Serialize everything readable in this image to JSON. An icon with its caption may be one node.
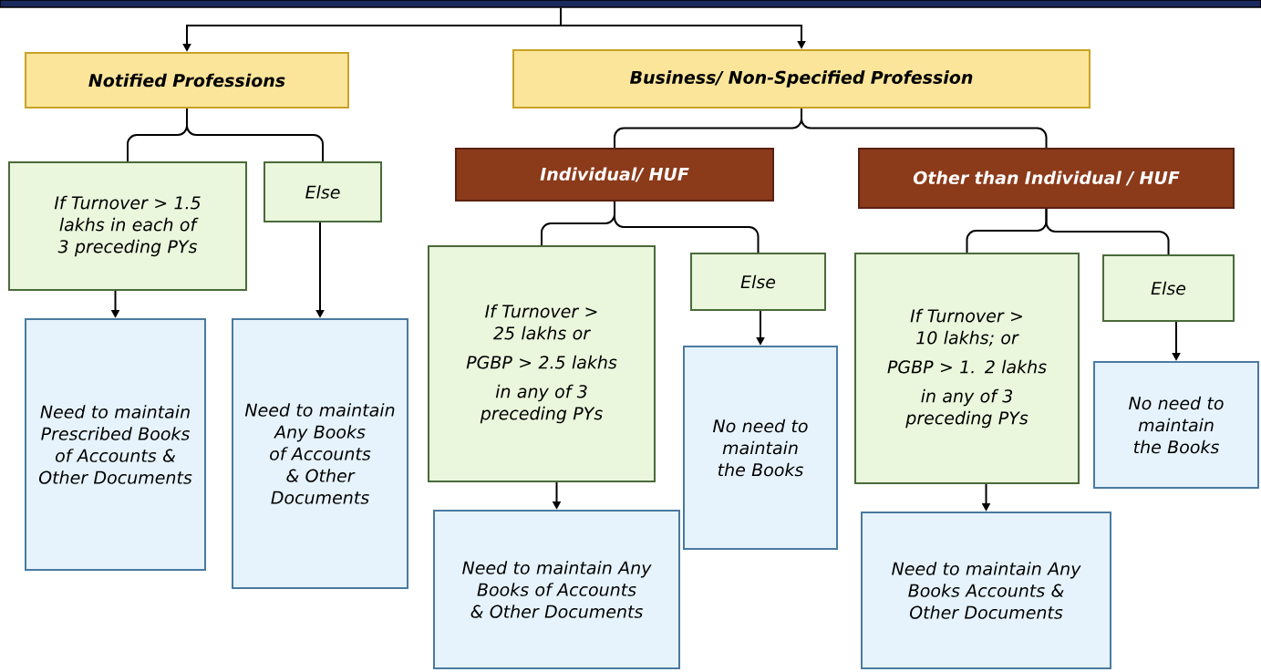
{
  "diagram": {
    "nodes": [
      {
        "text": [],
        "shape": "bar"
      },
      {
        "text": [
          "Notified Professions"
        ]
      },
      {
        "text": [
          "Business/ Non-Specified Profession"
        ]
      },
      {
        "text": [
          "If Turnover > 1.5 lakhs in each of 3 preceding PYs"
        ]
      },
      {
        "text": [
          "Else"
        ]
      },
      {
        "text": [
          "Need to maintain Prescribed Books of Accounts & Other Documents"
        ]
      },
      {
        "text": [
          "Need to maintain Any Books of Accounts & Other Documents"
        ]
      },
      {
        "text": [
          "Individual/ HUF"
        ]
      },
      {
        "text": [
          "Other than Individual / HUF"
        ]
      },
      {
        "text": [
          "If Turnover > 25 lakhs or",
          "PGBP > 2.5 lakhs",
          "in any of 3 preceding PYs"
        ]
      },
      {
        "text": [
          "Else"
        ]
      },
      {
        "text": [
          "Need to maintain Any Books of Accounts & Other Documents"
        ]
      },
      {
        "text": [
          "No need to maintain the Books"
        ]
      },
      {
        "text": [
          "If Turnover > 10 lakhs; or",
          "PGBP > 1. 2 lakhs",
          "in any of 3 preceding PYs"
        ]
      },
      {
        "text": [
          "Else"
        ]
      },
      {
        "text": [
          "No need to maintain the Books"
        ]
      },
      {
        "text": [
          "Need to maintain Any Books Accounts & Other Documents"
        ]
      }
    ],
    "edges": [
      {
        "from": 0,
        "to": 1,
        "arrow": "to"
      },
      {
        "from": 0,
        "to": 2,
        "arrow": "to"
      },
      {
        "from": 1,
        "to": 3,
        "arrow": "none"
      },
      {
        "from": 1,
        "to": 4,
        "arrow": "none"
      },
      {
        "from": 3,
        "to": 5,
        "arrow": "to"
      },
      {
        "from": 4,
        "to": 6,
        "arrow": "to"
      },
      {
        "from": 2,
        "to": 7,
        "arrow": "none"
      },
      {
        "from": 2,
        "to": 8,
        "arrow": "none"
      },
      {
        "from": 7,
        "to": 9,
        "arrow": "none"
      },
      {
        "from": 7,
        "to": 10,
        "arrow": "none"
      },
      {
        "from": 9,
        "to": 11,
        "arrow": "to"
      },
      {
        "from": 10,
        "to": 12,
        "arrow": "to"
      },
      {
        "from": 8,
        "to": 13,
        "arrow": "none"
      },
      {
        "from": 8,
        "to": 14,
        "arrow": "none"
      },
      {
        "from": 13,
        "to": 16,
        "arrow": "to"
      },
      {
        "from": 14,
        "to": 15,
        "arrow": "to"
      }
    ]
  }
}
